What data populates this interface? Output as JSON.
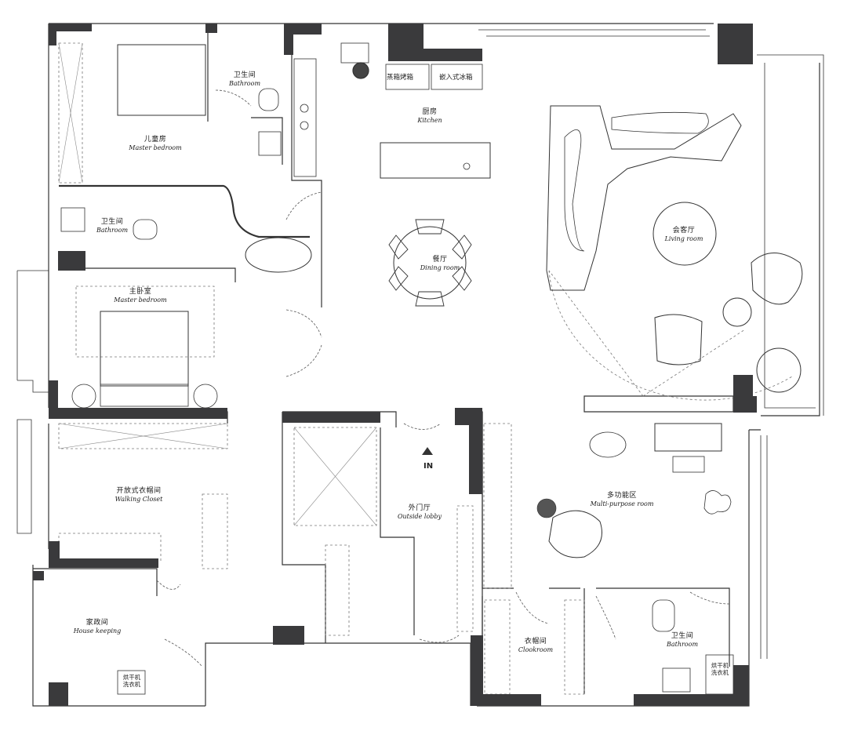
{
  "rooms": {
    "kids_room": {
      "cn": "儿童房",
      "en": "Master bedroom"
    },
    "bath_top": {
      "cn": "卫生间",
      "en": "Bathroom"
    },
    "bath_left": {
      "cn": "卫生间",
      "en": "Bathroom"
    },
    "master_bedroom": {
      "cn": "主卧室",
      "en": "Master bedroom"
    },
    "kitchen": {
      "cn": "厨房",
      "en": "Kitchen"
    },
    "dining": {
      "cn": "餐厅",
      "en": "Dining room"
    },
    "living": {
      "cn": "会客厅",
      "en": "Living room"
    },
    "walking_closet": {
      "cn": "开放式衣帽间",
      "en": "Walking Closet"
    },
    "lobby": {
      "cn": "外门厅",
      "en": "Outside lobby"
    },
    "multi": {
      "cn": "多功能区",
      "en": "Multi-purpose room"
    },
    "housekeeping": {
      "cn": "家政间",
      "en": "House keeping"
    },
    "cloakroom": {
      "cn": "衣帽间",
      "en": "Clookroom"
    },
    "bath_right": {
      "cn": "卫生间",
      "en": "Bathroom"
    }
  },
  "fixtures": {
    "steam_oven": "蒸箱烤箱",
    "fridge": "嵌入式冰箱",
    "entry": "IN",
    "dryer_left_1": "烘干机",
    "dryer_left_2": "洗衣机",
    "dryer_right_1": "烘干机",
    "dryer_right_2": "洗衣机"
  },
  "colors": {
    "wall": "#3a3a3c",
    "line": "#333333",
    "dash": "#777777"
  }
}
